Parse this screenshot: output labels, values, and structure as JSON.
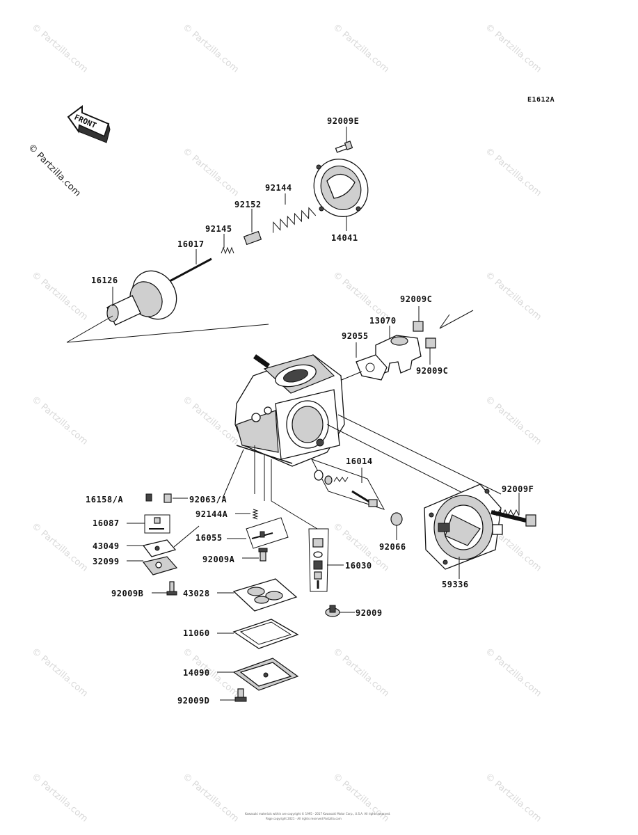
{
  "diagram": {
    "code": "E1612A",
    "front_label": "FRONT",
    "watermark": "© Partzilla.com",
    "copyright_line1": "Kawasaki materials within are copyright © 1995 - 2017 Kawasaki Motor Corp., U.S.A. All rights reserved.",
    "copyright_line2": "Page copyright 2021 - All rights reserved Partzilla.com"
  },
  "parts": {
    "p92009E": "92009E",
    "p92144": "92144",
    "p92152": "92152",
    "p92145": "92145",
    "p16017": "16017",
    "p14041": "14041",
    "p16126": "16126",
    "p92009C_top": "92009C",
    "p13070": "13070",
    "p92055": "92055",
    "p92009C_bot": "92009C",
    "p16014": "16014",
    "p92009F": "92009F",
    "p16158A": "16158/A",
    "p92063A": "92063/A",
    "p92144A": "92144A",
    "p16087": "16087",
    "p16055": "16055",
    "p43049": "43049",
    "p92066": "92066",
    "p32099": "32099",
    "p92009A": "92009A",
    "p16030": "16030",
    "p59336": "59336",
    "p92009B": "92009B",
    "p43028": "43028",
    "p92009": "92009",
    "p11060": "11060",
    "p14090": "14090",
    "p92009D": "92009D"
  }
}
